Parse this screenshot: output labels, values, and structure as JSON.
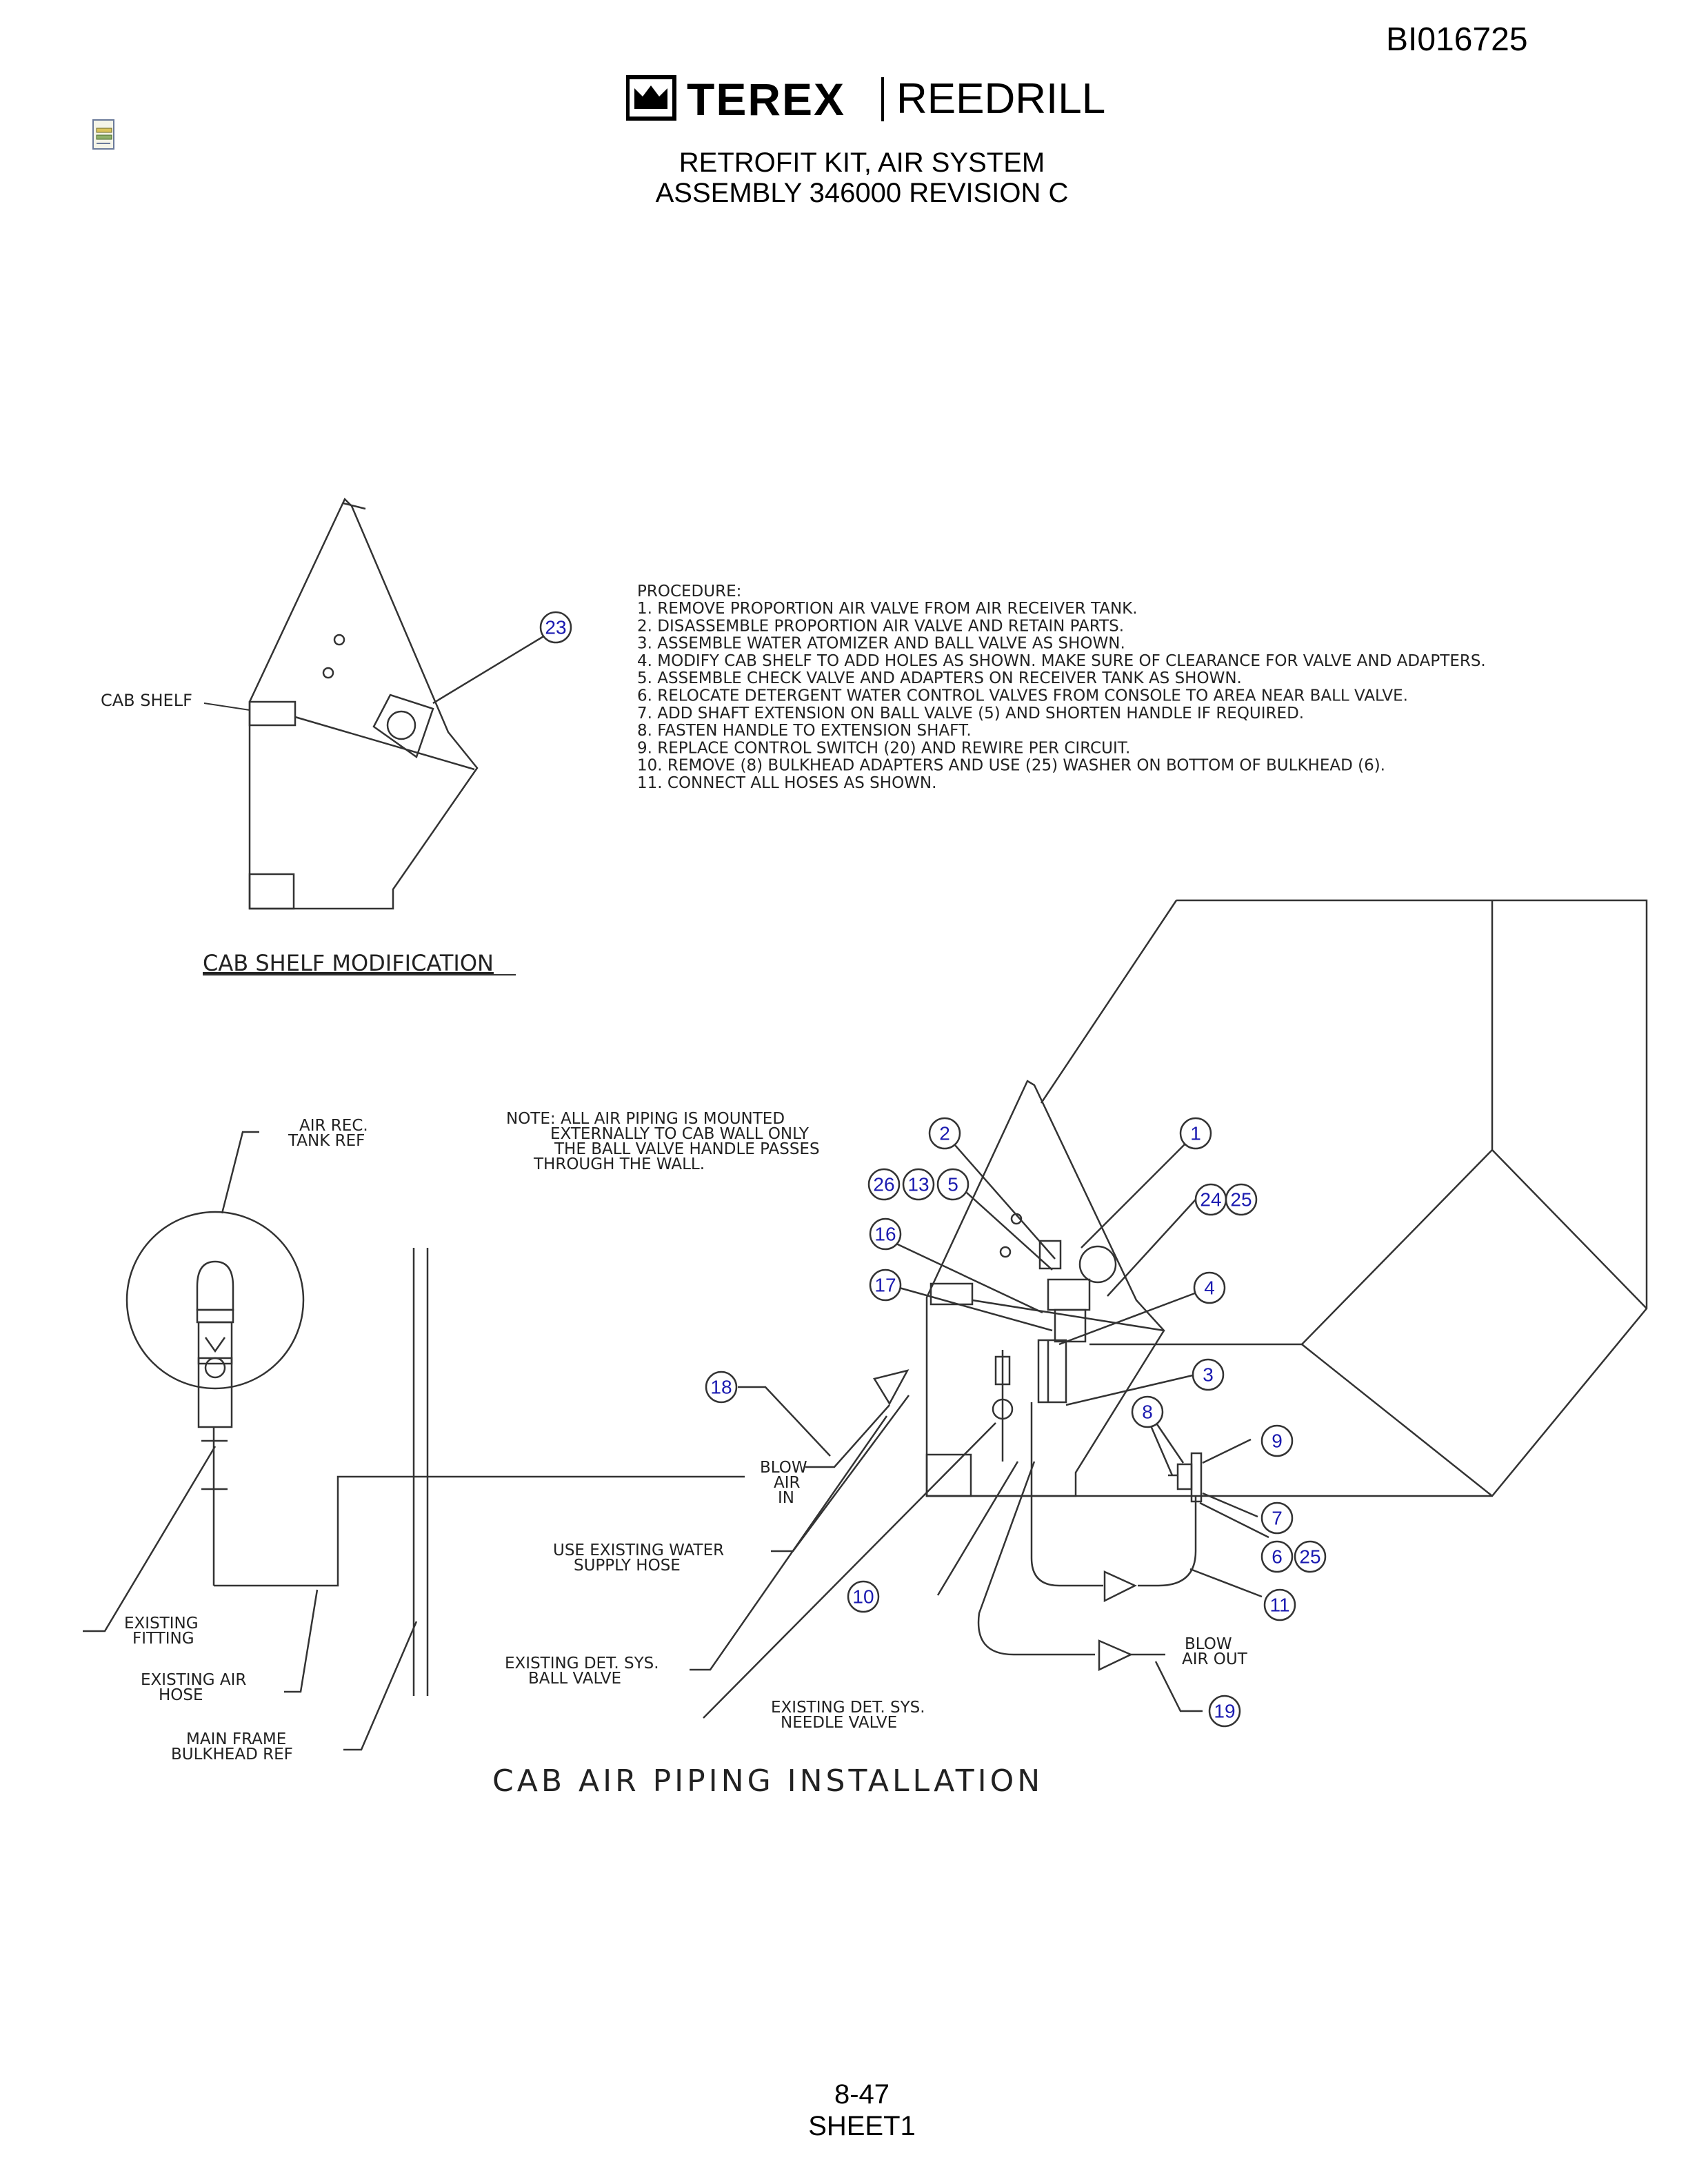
{
  "header": {
    "doc_id": "BI016725",
    "brand_left": "TEREX",
    "brand_right": "REEDRILL",
    "title_line1": "RETROFIT KIT, AIR SYSTEM",
    "title_line2": "ASSEMBLY 346000 REVISION C"
  },
  "icons": {
    "doc_icon": "document-attachment-icon",
    "logo_icon": "terex-crown-logo-icon"
  },
  "cab_shelf": {
    "label": "CAB SHELF",
    "caption": "CAB SHELF MODIFICATION",
    "callout": "23"
  },
  "procedure": {
    "heading": "PROCEDURE:",
    "steps": [
      "1. REMOVE PROPORTION AIR VALVE FROM AIR RECEIVER TANK.",
      "2. DISASSEMBLE PROPORTION AIR VALVE AND RETAIN PARTS.",
      "3. ASSEMBLE WATER ATOMIZER AND BALL VALVE AS SHOWN.",
      "4. MODIFY CAB SHELF TO ADD HOLES AS SHOWN. MAKE SURE OF CLEARANCE FOR VALVE AND ADAPTERS.",
      "5. ASSEMBLE CHECK VALVE AND ADAPTERS ON RECEIVER TANK AS SHOWN.",
      "6. RELOCATE DETERGENT WATER CONTROL VALVES FROM CONSOLE TO AREA NEAR BALL VALVE.",
      "7. ADD SHAFT EXTENSION ON BALL VALVE (5) AND SHORTEN HANDLE IF REQUIRED.",
      "8. FASTEN HANDLE TO EXTENSION SHAFT.",
      "9. REPLACE CONTROL SWITCH (20) AND REWIRE PER CIRCUIT.",
      "10. REMOVE (8) BULKHEAD ADAPTERS AND USE (25) WASHER ON BOTTOM OF BULKHEAD (6).",
      "11. CONNECT ALL HOSES AS SHOWN."
    ]
  },
  "installation": {
    "caption": "CAB AIR PIPING INSTALLATION",
    "note_lines": [
      "NOTE: ALL AIR PIPING IS MOUNTED",
      "EXTERNALLY TO CAB WALL ONLY",
      "THE BALL VALVE HANDLE PASSES",
      "THROUGH THE WALL."
    ],
    "labels": {
      "air_rec_1": "AIR REC.",
      "air_rec_2": "TANK REF",
      "existing_fitting_1": "EXISTING",
      "existing_fitting_2": "FITTING",
      "existing_air_hose_1": "EXISTING AIR",
      "existing_air_hose_2": "HOSE",
      "main_frame_1": "MAIN FRAME",
      "main_frame_2": "BULKHEAD REF",
      "blow_in_1": "BLOW",
      "blow_in_2": "AIR",
      "blow_in_3": "IN",
      "water_hose_1": "USE EXISTING WATER",
      "water_hose_2": "SUPPLY HOSE",
      "det_ball_1": "EXISTING DET. SYS.",
      "det_ball_2": "BALL VALVE",
      "det_needle_1": "EXISTING DET. SYS.",
      "det_needle_2": "NEEDLE VALVE",
      "blow_out_1": "BLOW",
      "blow_out_2": "AIR OUT"
    },
    "callouts": [
      "2",
      "1",
      "26",
      "13",
      "5",
      "24",
      "25",
      "16",
      "4",
      "17",
      "3",
      "18",
      "8",
      "9",
      "7",
      "6",
      "25",
      "11",
      "10",
      "19"
    ]
  },
  "footer": {
    "page": "8-47",
    "sheet": "SHEET1"
  }
}
